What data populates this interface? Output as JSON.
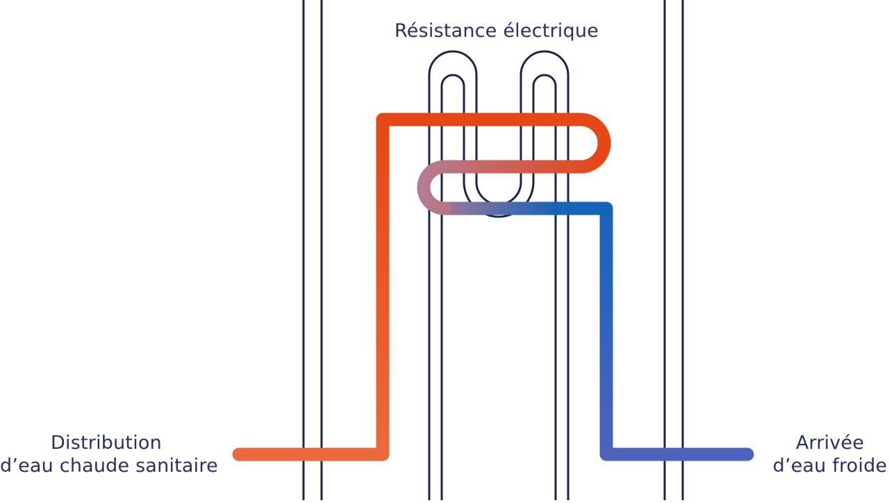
{
  "labels": {
    "resistance": "Résistance électrique",
    "hot_line1": "Distribution",
    "hot_line2": "d’eau chaude sanitaire",
    "cold_line1": "Arrivée",
    "cold_line2": "d’eau froide"
  },
  "colors": {
    "outline": "#1c2346",
    "text": "#2a3160",
    "hot_top": "#e54717",
    "hot_bottom": "#ea6a3e",
    "transition": "#b57a94",
    "cold_top": "#1763b8",
    "cold_bottom": "#4f63bd"
  }
}
